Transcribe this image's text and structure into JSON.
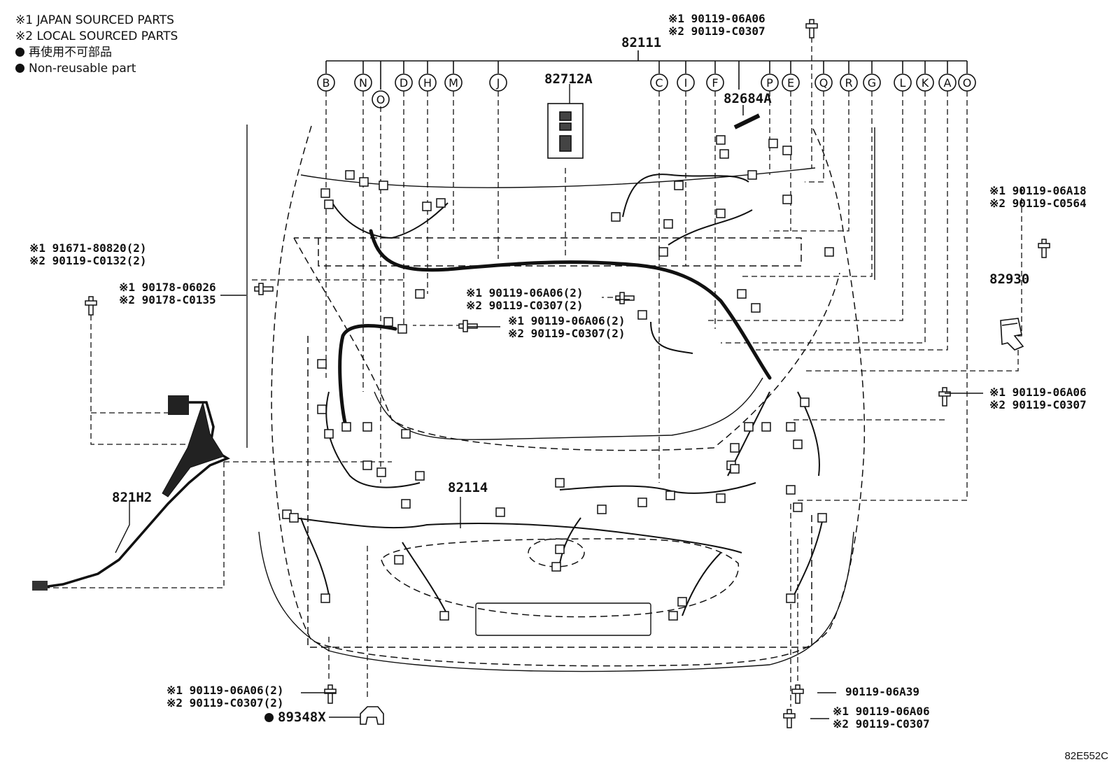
{
  "legend": {
    "line1": "※1 JAPAN SOURCED PARTS",
    "line2": "※2 LOCAL SOURCED PARTS",
    "line3": "再使用不可部品",
    "line4": "Non-reusable part"
  },
  "parts": {
    "main_harness": "82111",
    "relay_block": "82712A",
    "connector_82684": "82684A",
    "front_harness": "82114",
    "side_harness": "821H2",
    "bracket_82930": "82930",
    "clip": "89348X"
  },
  "callout_letters": [
    "B",
    "N",
    "O",
    "D",
    "H",
    "M",
    "J",
    "C",
    "I",
    "F",
    "P",
    "E",
    "Q",
    "R",
    "G",
    "L",
    "K",
    "A",
    "O"
  ],
  "bolts": {
    "top_right_1": "※1 90119-06A06",
    "top_right_2": "※2 90119-C0307",
    "right_a18_1": "※1 90119-06A18",
    "right_a18_2": "※2 90119-C0564",
    "left_91671_1": "※1 91671-80820(2)",
    "left_91671_2": "※2 90119-C0132(2)",
    "left_90178_1": "※1 90178-06026",
    "left_90178_2": "※2 90178-C0135",
    "center_a_1": "※1 90119-06A06(2)",
    "center_a_2": "※2 90119-C0307(2)",
    "center_b_1": "※1 90119-06A06(2)",
    "center_b_2": "※2 90119-C0307(2)",
    "right_mid_1": "※1 90119-06A06",
    "right_mid_2": "※2 90119-C0307",
    "bottom_left_1": "※1 90119-06A06(2)",
    "bottom_left_2": "※2 90119-C0307(2)",
    "bottom_right_a39": "90119-06A39",
    "bottom_right_1": "※1 90119-06A06",
    "bottom_right_2": "※2 90119-C0307"
  },
  "diagram_code": "82E552C"
}
